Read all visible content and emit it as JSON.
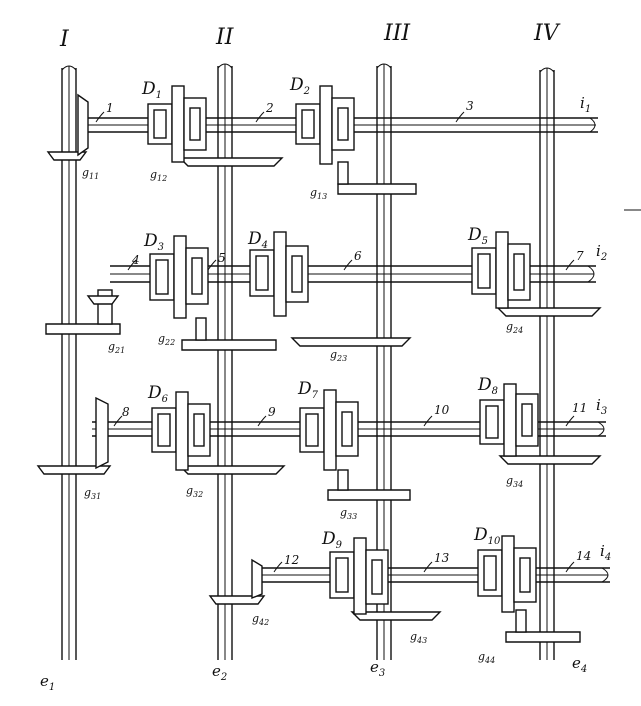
{
  "columns": [
    {
      "numeral": "I",
      "bottom": "e",
      "sub": "1"
    },
    {
      "numeral": "II",
      "bottom": "e",
      "sub": "2"
    },
    {
      "numeral": "III",
      "bottom": "e",
      "sub": "3"
    },
    {
      "numeral": "IV",
      "bottom": "e",
      "sub": "4"
    }
  ],
  "rows": [
    {
      "out": "i",
      "sub": "1"
    },
    {
      "out": "i",
      "sub": "2"
    },
    {
      "out": "i",
      "sub": "3"
    },
    {
      "out": "i",
      "sub": "4"
    }
  ],
  "differentials": [
    {
      "label": "D",
      "sub": "1"
    },
    {
      "label": "D",
      "sub": "2"
    },
    {
      "label": "D",
      "sub": "3"
    },
    {
      "label": "D",
      "sub": "4"
    },
    {
      "label": "D",
      "sub": "5"
    },
    {
      "label": "D",
      "sub": "6"
    },
    {
      "label": "D",
      "sub": "7"
    },
    {
      "label": "D",
      "sub": "8"
    },
    {
      "label": "D",
      "sub": "9"
    },
    {
      "label": "D",
      "sub": "10"
    }
  ],
  "shaft_numbers": [
    "1",
    "2",
    "3",
    "4",
    "5",
    "6",
    "7",
    "8",
    "9",
    "10",
    "11",
    "12",
    "13",
    "14"
  ],
  "gears": [
    {
      "label": "g",
      "sub": "11"
    },
    {
      "label": "g",
      "sub": "12"
    },
    {
      "label": "g",
      "sub": "13"
    },
    {
      "label": "g",
      "sub": "21"
    },
    {
      "label": "g",
      "sub": "22"
    },
    {
      "label": "g",
      "sub": "23"
    },
    {
      "label": "g",
      "sub": "24"
    },
    {
      "label": "g",
      "sub": "31"
    },
    {
      "label": "g",
      "sub": "32"
    },
    {
      "label": "g",
      "sub": "33"
    },
    {
      "label": "g",
      "sub": "34"
    },
    {
      "label": "g",
      "sub": "42"
    },
    {
      "label": "g",
      "sub": "43"
    },
    {
      "label": "g",
      "sub": "44"
    }
  ]
}
